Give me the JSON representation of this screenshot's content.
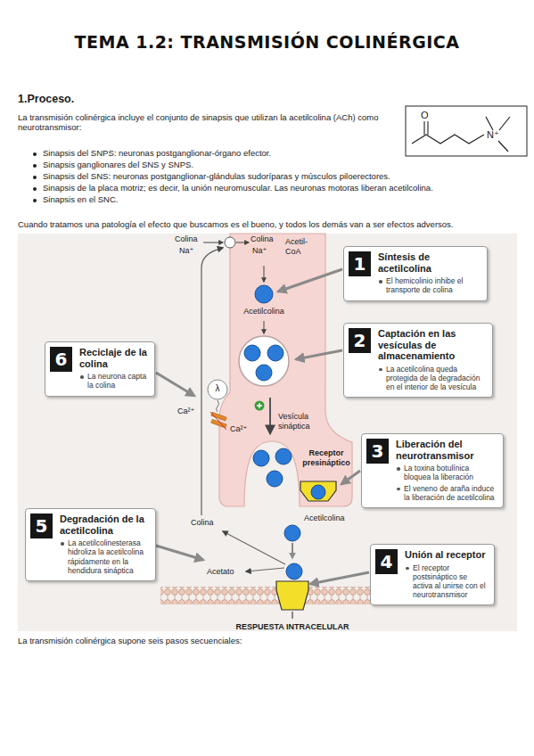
{
  "diagram": {
    "title": "TEMA 1.2: TRANSMISIÓN COLINÉRGICA",
    "nodes": [
      {
        "text": [
          "1",
          "Síntesis de acetilcolina",
          "El hemicolinio inhibe el transporte de colina"
        ]
      },
      {
        "text": [
          "6",
          "Reciclaje de la colina",
          "La neurona capta la colina"
        ]
      },
      {
        "text": [
          "2",
          "Captación en las vesículas de almacenamiento",
          "La acetilcolina queda protegida de la degradación en el interior de la vesícula"
        ]
      },
      {
        "text": [
          "3",
          "Liberación del neurotransmisor",
          "La toxina botulínica bloquea la liberación",
          "El veneno de araña induce la liberación de acetilcolina"
        ]
      },
      {
        "text": [
          "5",
          "Degradación de la acetilcolina",
          "La acetilcolinesterasa hidroliza la acetilcolina rápidamente en la hendidura sináptica"
        ]
      },
      {
        "text": [
          "4",
          "Unión al receptor",
          "El receptor postsináptico se activa al unirse con el neurotransmisor"
        ]
      }
    ],
    "labels": [
      "1.Proceso.",
      "La transmisión colinérgica incluye el conjunto de sinapsis que utilizan la acetilcolina (ACh) como neurotransmisor:",
      "Sinapsis del SNPS: neuronas postganglionar-órgano efector.",
      "Sinapsis ganglionares del SNS y SNPS.",
      "Sinapsis del SNS: neuronas postganglionar-glándulas sudoríparas y músculos piloerectores.",
      "Sinapsis de la placa motriz; es decir, la unión neuromuscular. Las neuronas motoras liberan acetilcolina.",
      "Sinapsis en el SNC.",
      "Cuando tratamos una patología el efecto que buscamos es el bueno, y todos los demás van a ser efectos adversos.",
      "O",
      "N⁺",
      "Colina",
      "Na⁺",
      "Colina",
      "Na⁺",
      "Acetil-CoA",
      "Acetilcolina",
      "λ",
      "Ca²⁺",
      "Ca²⁺",
      "Vesícula sináptica",
      "Receptor presináptico",
      "Acetilcolina",
      "Colina",
      "Acetato",
      "RESPUESTA INTRACELULAR",
      "La transmisión colinérgica supone seis pasos secuenciales:"
    ]
  }
}
